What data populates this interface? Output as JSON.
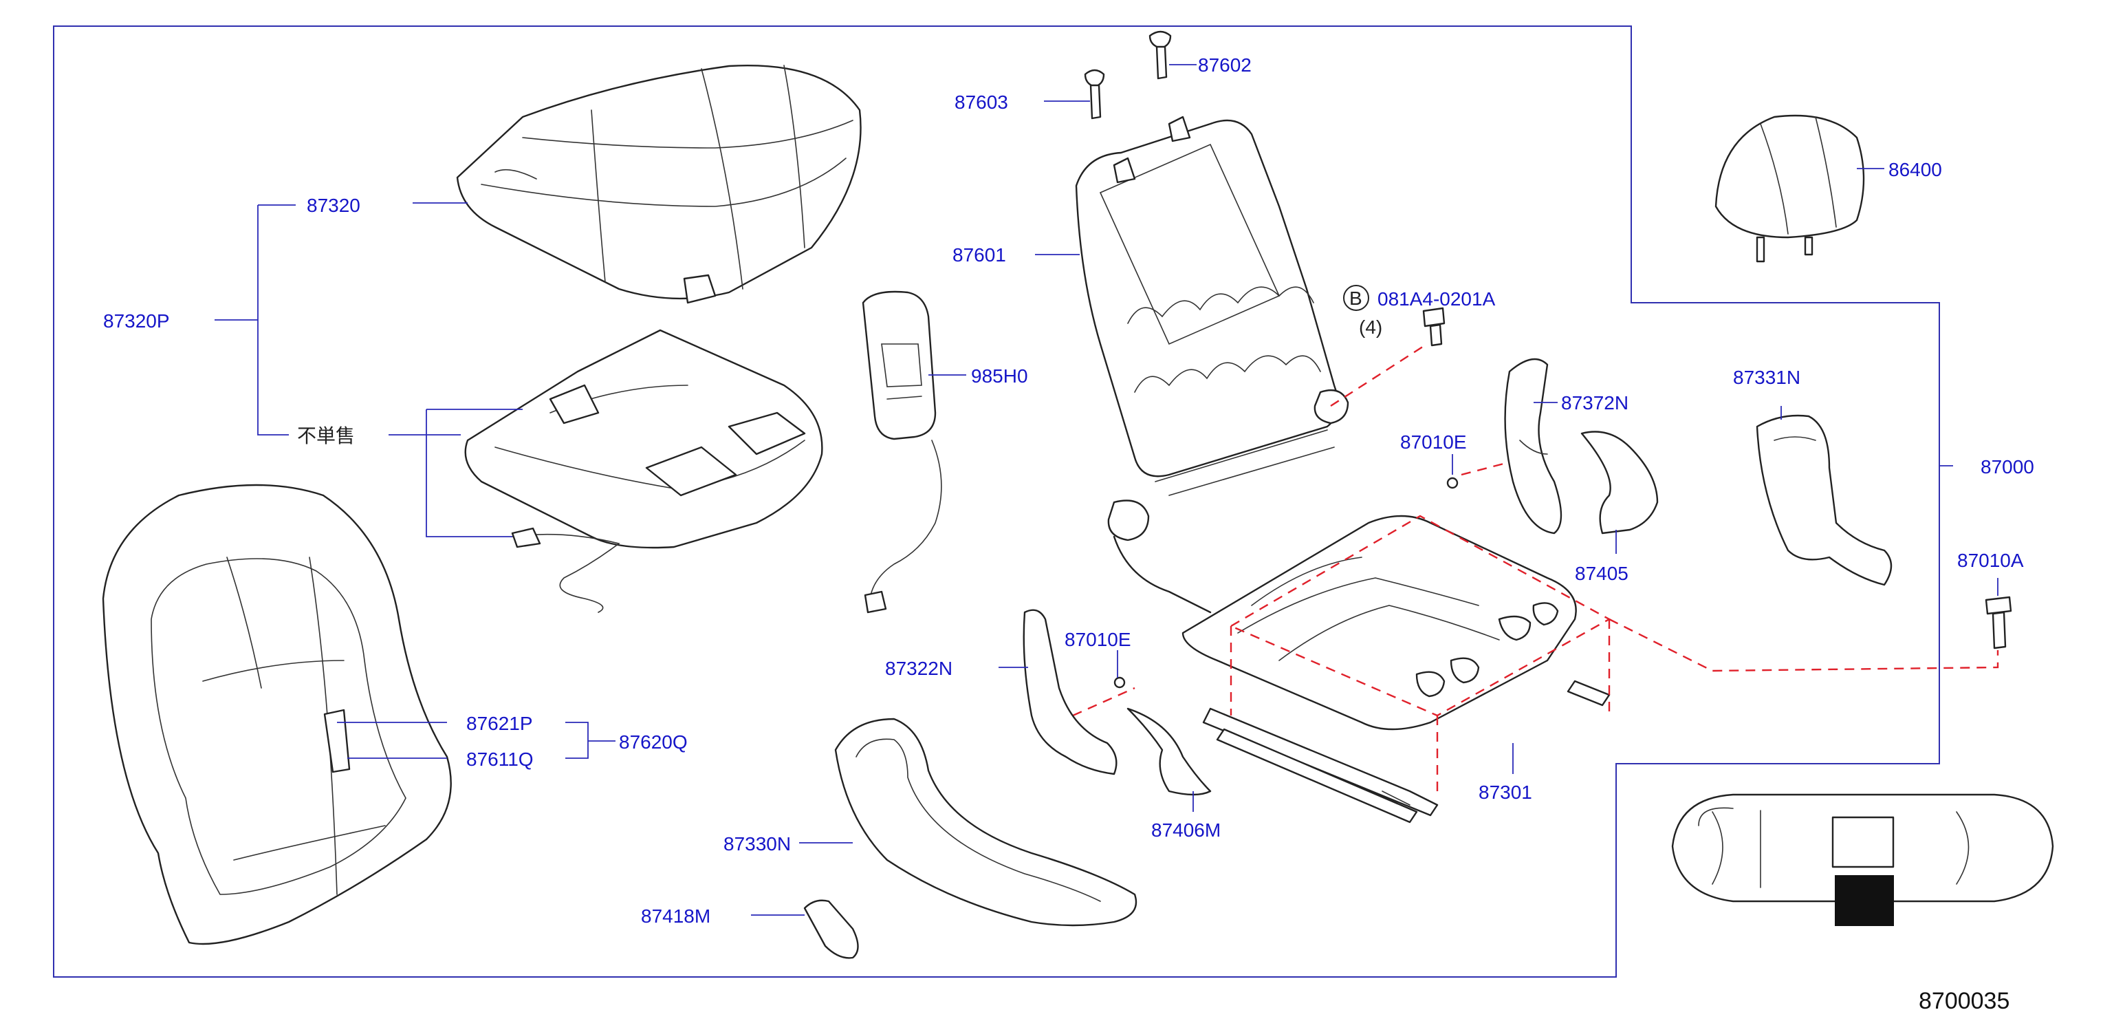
{
  "diagram_code": "8700035",
  "sub_assembly_note": "不単售",
  "bolt_qty": "(4)",
  "bolt_marker": "B",
  "colors": {
    "label": "#1515c8",
    "frame": "#3030b0",
    "dashed_link": "#e0202a",
    "line_art": "#222222"
  },
  "parts": {
    "p87320": "87320",
    "p87320P": "87320P",
    "p87603": "87603",
    "p87602": "87602",
    "p87601": "87601",
    "p985H0": "985H0",
    "p081A4": "081A4-0201A",
    "p87372N": "87372N",
    "p87010E_a": "87010E",
    "p87405": "87405",
    "p87331N": "87331N",
    "p86400": "86400",
    "p87000": "87000",
    "p87010A": "87010A",
    "p87322N": "87322N",
    "p87010E_b": "87010E",
    "p87621P": "87621P",
    "p87611Q": "87611Q",
    "p87620Q": "87620Q",
    "p87330N": "87330N",
    "p87418M": "87418M",
    "p87406M": "87406M",
    "p87301": "87301"
  }
}
